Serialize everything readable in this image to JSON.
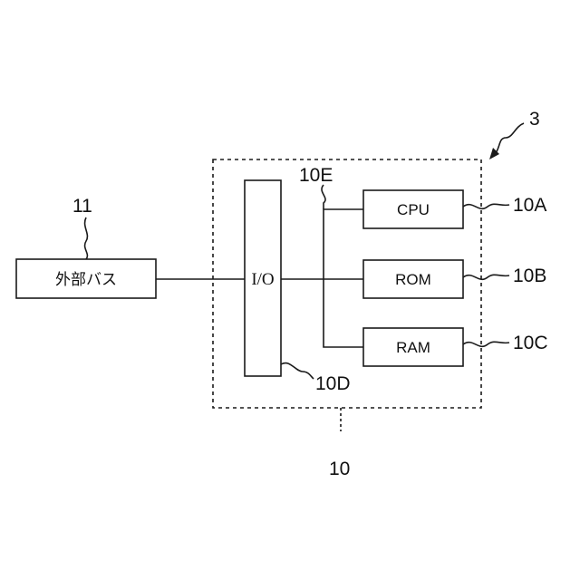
{
  "diagram": {
    "blocks": {
      "external_bus": "外部バス",
      "io": "I/O",
      "cpu": "CPU",
      "rom": "ROM",
      "ram": "RAM"
    },
    "refs": {
      "system": "3",
      "computer": "10",
      "cpu": "10A",
      "rom": "10B",
      "ram": "10C",
      "io": "10D",
      "bus": "10E",
      "external_bus": "11"
    }
  }
}
